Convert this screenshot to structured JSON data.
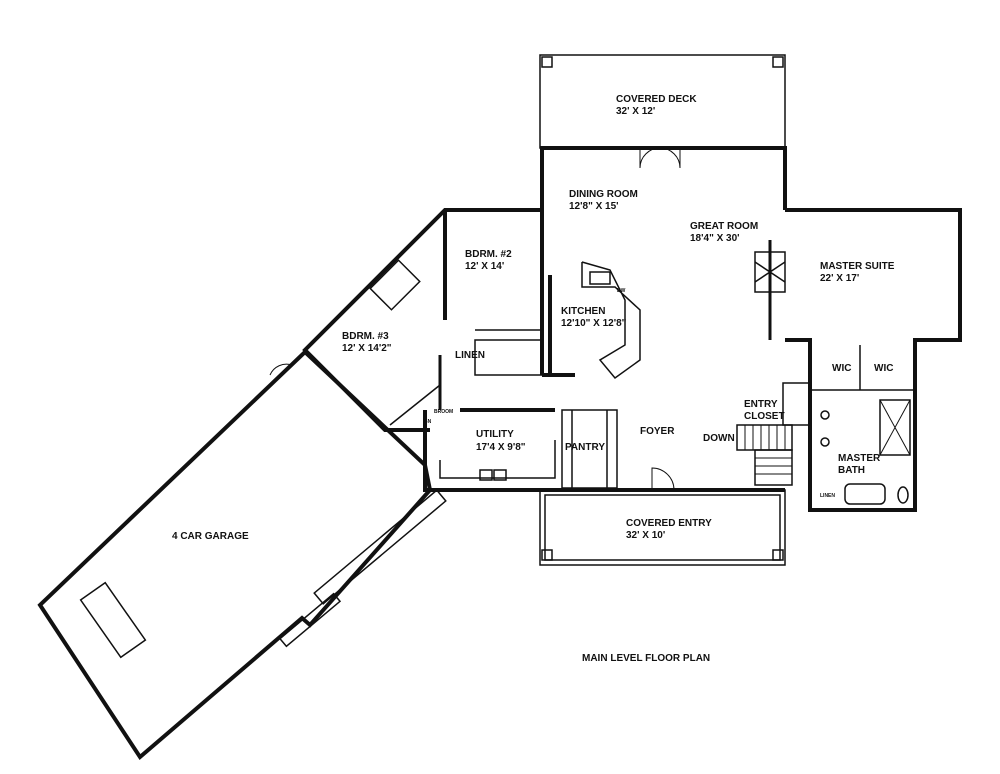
{
  "plan": {
    "title": "MAIN LEVEL FLOOR PLAN",
    "rooms": {
      "covered_deck": {
        "name": "COVERED DECK",
        "size": "32' X 12'"
      },
      "dining_room": {
        "name": "DINING ROOM",
        "size": "12'8\" X 15'"
      },
      "great_room": {
        "name": "GREAT ROOM",
        "size": "18'4\" X 30'"
      },
      "master_suite": {
        "name": "MASTER SUITE",
        "size": "22' X 17'"
      },
      "kitchen": {
        "name": "KITCHEN",
        "size": "12'10\" X 12'8\""
      },
      "bdrm2": {
        "name": "BDRM. #2",
        "size": "12' X 14'"
      },
      "bdrm3": {
        "name": "BDRM. #3",
        "size": "12' X 14'2\""
      },
      "utility": {
        "name": "UTILITY",
        "size": "17'4 X 9'8\""
      },
      "covered_entry": {
        "name": "COVERED ENTRY",
        "size": "32' X 10'"
      },
      "garage": {
        "name": "4 CAR GARAGE"
      }
    },
    "labels": {
      "linen": "LINEN",
      "pantry": "PANTRY",
      "foyer": "FOYER",
      "entry_closet_1": "ENTRY",
      "entry_closet_2": "CLOSET",
      "down": "DOWN",
      "wic_1": "WIC",
      "wic_2": "WIC",
      "master_bath_1": "MASTER",
      "master_bath_2": "BATH",
      "bath_linen": "LINEN",
      "broom": "BROOM",
      "dw": "DW",
      "bn": "BN"
    }
  }
}
